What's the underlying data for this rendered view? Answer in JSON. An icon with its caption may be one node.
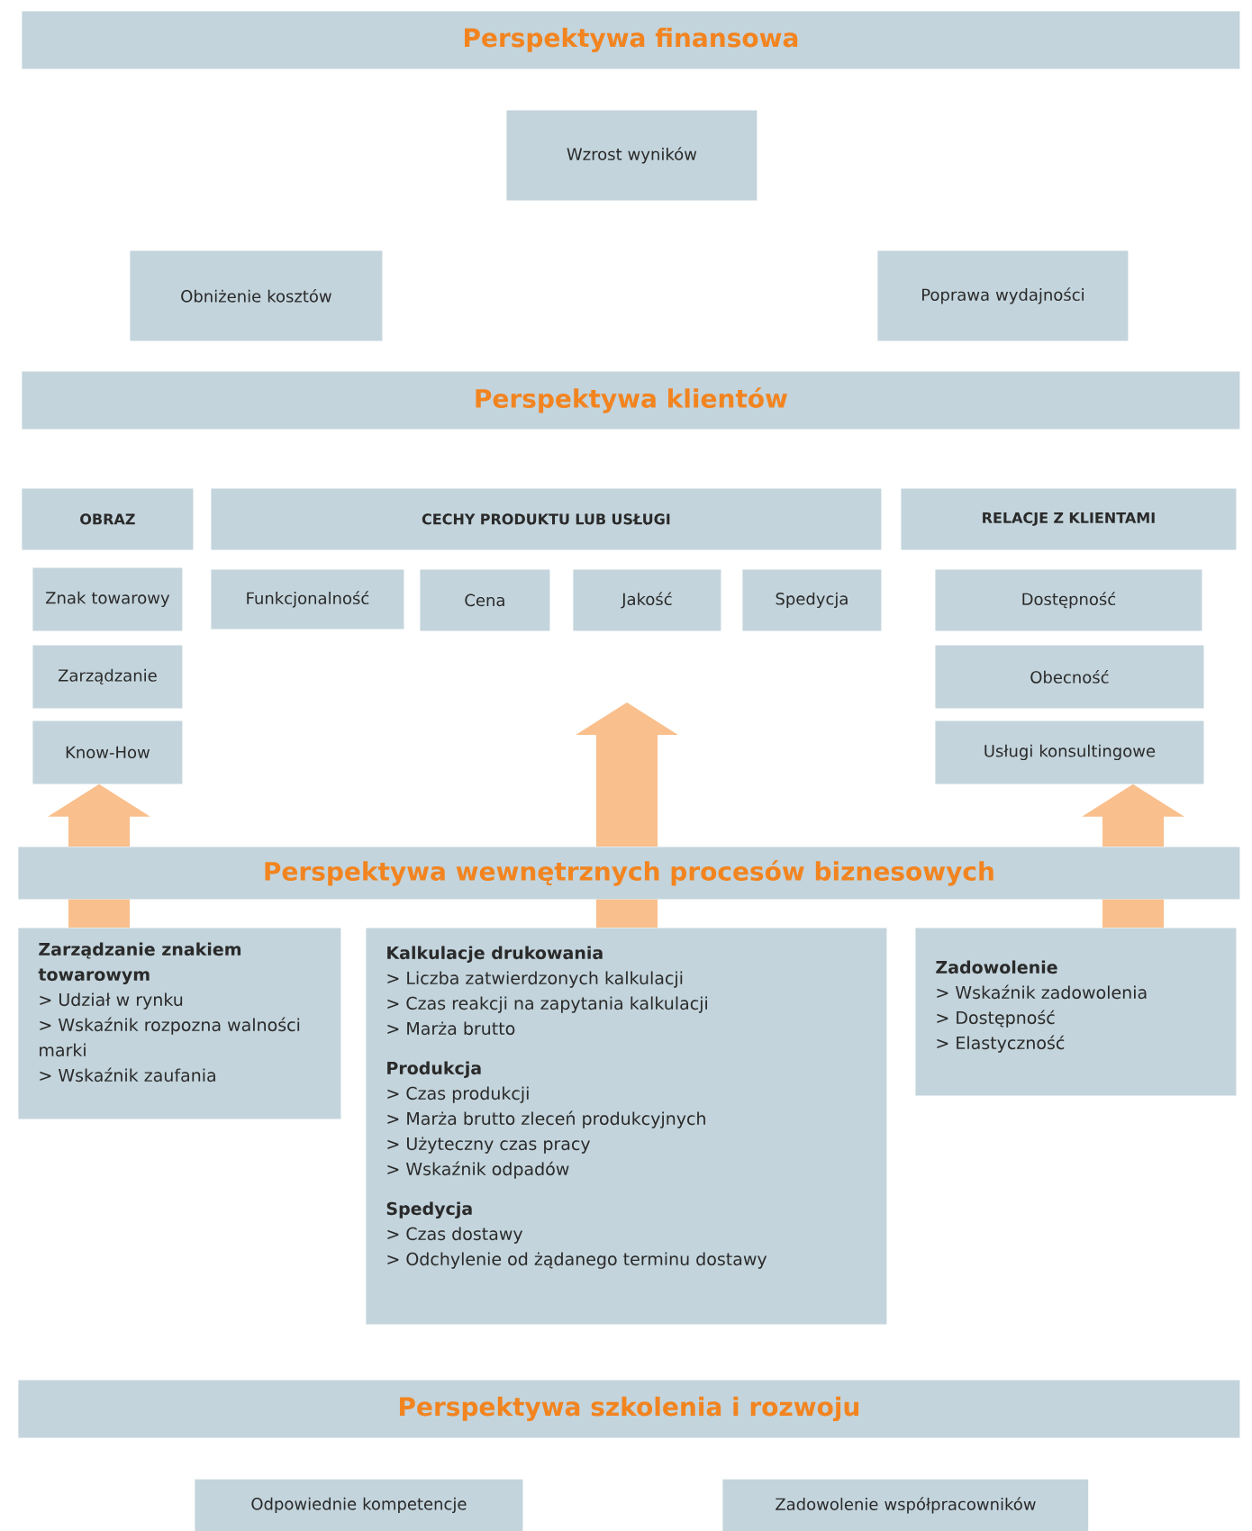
{
  "diagram": {
    "nodes": [
      {
        "text": [
          "Perspektywa finansowa"
        ]
      },
      {
        "text": [
          "Wzrost wyników"
        ]
      },
      {
        "text": [
          "Obniżenie kosztów"
        ]
      },
      {
        "text": [
          "Poprawa wydajności"
        ]
      },
      {
        "text": [
          "Perspektywa klientów"
        ]
      },
      {
        "text": [
          "OBRAZ"
        ]
      },
      {
        "text": [
          "CECHY PRODUKTU LUB USŁUGI"
        ]
      },
      {
        "text": [
          "RELACJE Z KLIENTAMI"
        ]
      },
      {
        "text": [
          "Znak towarowy"
        ]
      },
      {
        "text": [
          "Funkcjonalność"
        ]
      },
      {
        "text": [
          "Cena"
        ]
      },
      {
        "text": [
          "Jakość"
        ]
      },
      {
        "text": [
          "Spedycja"
        ]
      },
      {
        "text": [
          "Dostępność"
        ]
      },
      {
        "text": [
          "Zarządzanie"
        ]
      },
      {
        "text": [
          "Obecność"
        ]
      },
      {
        "text": [
          "Know-How"
        ]
      },
      {
        "text": [
          "Usługi konsultingowe"
        ]
      },
      {
        "text": [
          "Perspektywa wewnętrznych procesów biznesowych"
        ]
      },
      {
        "text": [
          "Zarządzanie znakiem towarowym",
          "> Udział w rynku",
          "> Wskaźnik rozpozna walności marki",
          "> Wskaźnik zaufania"
        ]
      },
      {
        "text": [
          "Kalkulacje drukowania",
          "> Liczba zatwierdzonych kalkulacji",
          "> Czas reakcji na zapytania kalkulacji",
          "> Marża brutto",
          "Produkcja",
          "> Czas produkcji",
          "> Marża brutto zleceń produkcyjnych",
          "> Użyteczny czas pracy",
          "> Wskaźnik odpadów",
          "Spedycja",
          "> Czas dostawy",
          "> Odchylenie od żądanego terminu dostawy"
        ]
      },
      {
        "text": [
          "Zadowolenie",
          "> Wskaźnik zadowolenia",
          "> Dostępność",
          "> Elastyczność"
        ]
      },
      {
        "text": [
          "Perspektywa szkolenia i rozwoju"
        ]
      },
      {
        "text": [
          "Odpowiednie kompetencje"
        ]
      },
      {
        "text": [
          "Zadowolenie współpracowników"
        ]
      }
    ],
    "edges": [
      {
        "from": 19,
        "to": 18,
        "arrow": "none"
      },
      {
        "from": 18,
        "to": 16,
        "arrow": "to"
      },
      {
        "from": 20,
        "to": 18,
        "arrow": "none"
      },
      {
        "from": 18,
        "to": null,
        "arrow": "to"
      },
      {
        "from": 21,
        "to": 18,
        "arrow": "none"
      },
      {
        "from": 18,
        "to": 17,
        "arrow": "to"
      }
    ]
  }
}
